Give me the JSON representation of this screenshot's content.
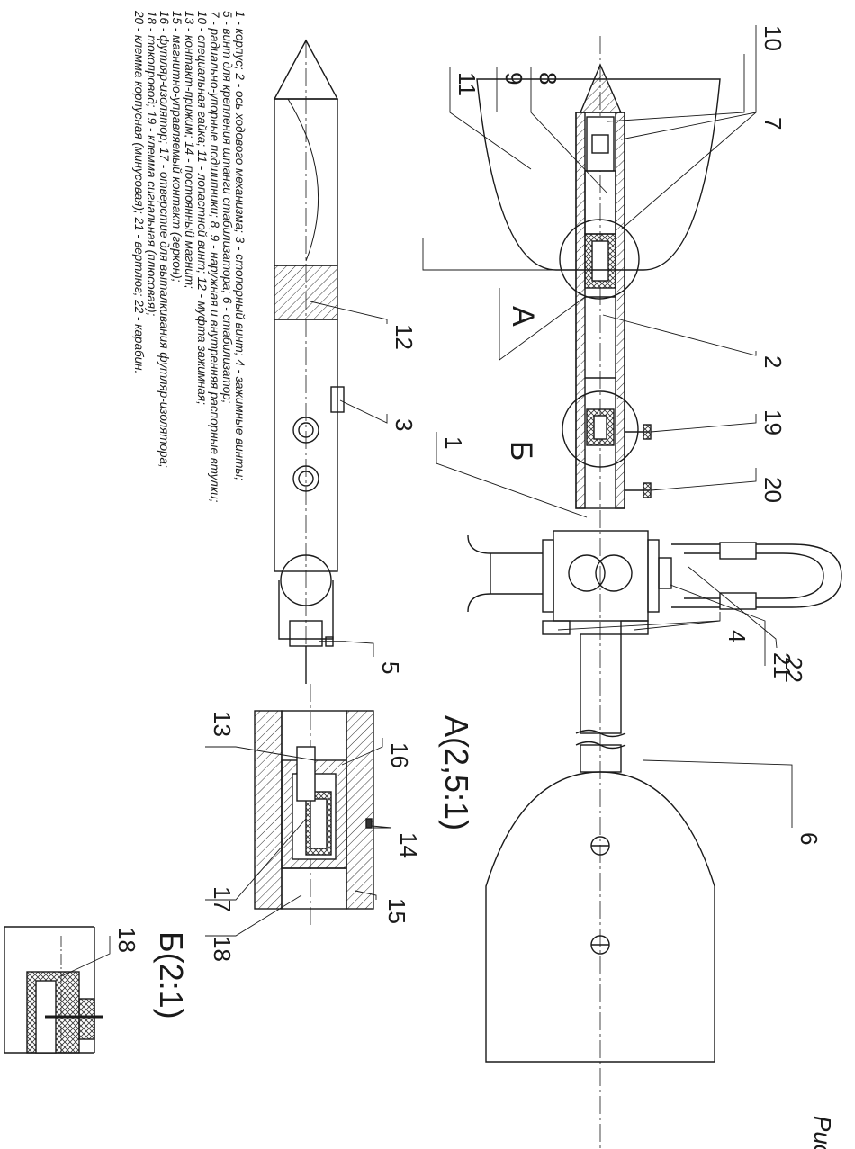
{
  "callouts": {
    "c1": "1",
    "c2": "2",
    "c3": "3",
    "c4": "4",
    "c5": "5",
    "c6": "6",
    "c7": "7",
    "c8": "8",
    "c9": "9",
    "c10": "10",
    "c11": "11",
    "c12": "12",
    "c13": "13",
    "c14": "14",
    "c15": "15",
    "c16": "16",
    "c17": "17",
    "c18a": "18",
    "c18b": "18",
    "c19": "19",
    "c20": "20",
    "c21": "21",
    "c22": "22"
  },
  "section_labels": {
    "a": "А",
    "b": "Б",
    "a_detail": "А(2,5:1)",
    "b_detail": "Б(2:1)",
    "figure": "Рис"
  },
  "legend": [
    "1 - корпус; 2 - ось ходового механизма; 3 - стопорный винт; 4 - зажимные винты;",
    "5 - винт для крепления штанги стабилизатора; 6 - стабилизатор;",
    "7 - радиально-упорные подшипники; 8, 9 - наружная и внутренняя распорные втулки;",
    "10 - специальная гайка; 11 - лопастной винт; 12 - муфта зажимная;",
    "13 - контакт-прижим; 14 - постоянный магнит;",
    "15 - магнитно-управляемый контакт (геркон);",
    "16 - футляр-изолятор; 17 - отверстие для выталкивания футляр-изолятора;",
    "18 - токопровод; 19 - клемма сигнальная (плюсовая);",
    "20 - клемма корпусная (минусовая); 21 - вертлюг; 22 - карабин."
  ],
  "colors": {
    "ink": "#1a1a1a",
    "hatch": "#333333",
    "background": "#ffffff"
  }
}
